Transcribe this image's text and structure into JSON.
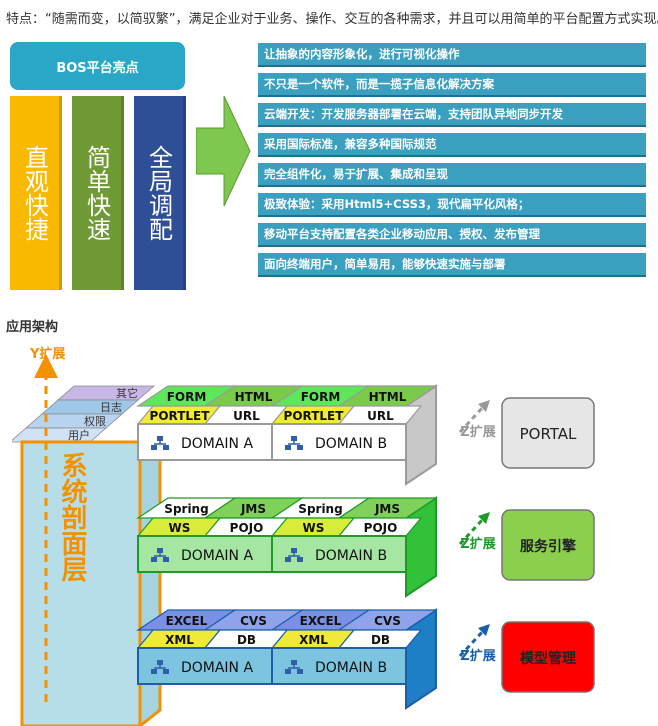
{
  "intro": "特点：“随需而变，以简驭繁”，满足企业对于业务、操作、交互的各种需求，并且可以用简单的平台配置方式实现。",
  "highlights": {
    "title": "BOS平台亮点",
    "columns": [
      "直观快捷",
      "简单快速",
      "全局调配"
    ],
    "features": [
      "让抽象的内容形象化，进行可视化操作",
      "不只是一个软件，而是一揽子信息化解决方案",
      "云端开发：开发服务器部署在云端，支持团队异地同步开发",
      "采用国际标准，兼容多种国际规范",
      "完全组件化，易于扩展、集成和呈现",
      "极致体验：采用Html5+CSS3，现代扁平化风格；",
      "移动平台支持配置各类企业移动应用、授权、发布管理",
      "面向终端用户，简单易用，能够快速实施与部署"
    ]
  },
  "architecture": {
    "section_title": "应用架构",
    "y_axis": "Y扩展",
    "z_axis": "Z扩展",
    "profile_layer": "系统剖面层",
    "profile_tabs": [
      "其它",
      "日志",
      "权限",
      "用户"
    ],
    "tiers": [
      {
        "top": [
          "FORM",
          "HTML"
        ],
        "front": [
          "PORTLET",
          "URL"
        ],
        "domains": [
          "DOMAIN A",
          "DOMAIN B"
        ],
        "side": "PORTAL"
      },
      {
        "top": [
          "Spring",
          "JMS"
        ],
        "front": [
          "WS",
          "POJO"
        ],
        "domains": [
          "DOMAIN A",
          "DOMAIN B"
        ],
        "side": "服务引擎"
      },
      {
        "top": [
          "EXCEL",
          "CVS"
        ],
        "front": [
          "XML",
          "DB"
        ],
        "domains": [
          "DOMAIN A",
          "DOMAIN B"
        ],
        "side": "模型管理"
      }
    ],
    "colors": {
      "tier1": "#c8c8c8",
      "tier1_top": "#5de85a",
      "tier1_front": "#f0ec33",
      "tier2": "#32c23a",
      "tier2_top": "#ffffff",
      "tier2_front": "#d9ec3a",
      "tier3": "#1f7fc6",
      "tier3_top": "#7a90e6",
      "tier3_front": "#f0e93a",
      "side1": "#e6e6e6",
      "side2": "#8ccf4f",
      "side3": "#ff0000"
    }
  }
}
